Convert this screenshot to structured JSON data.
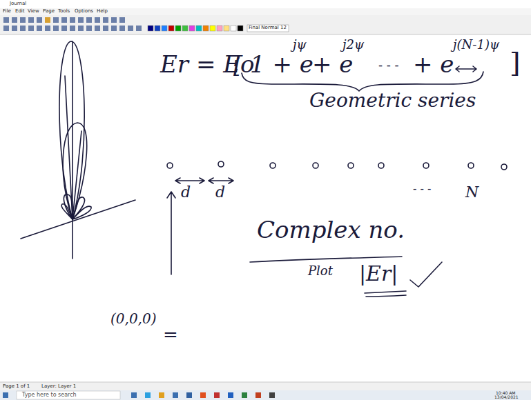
{
  "diagram": {
    "labels": [
      "Journal",
      "File",
      "Edit",
      "View",
      "Page",
      "Tools",
      "Options",
      "Help",
      "Final Normal",
      "12",
      "Er = Eo",
      "[ 1 + e",
      "jψ",
      "+ e",
      "j2ψ",
      "- - -",
      "+ e",
      "j(N-1)ψ",
      "]",
      "Geometric series",
      "d",
      "d",
      "- - -",
      "N",
      "(0,0,0)",
      "=",
      "Complex no.",
      "Plot",
      "|Er|",
      "Page 1 of 1",
      "Layer: Layer 1",
      "Type here to search",
      "10:40 AM",
      "13/04/2021"
    ]
  }
}
